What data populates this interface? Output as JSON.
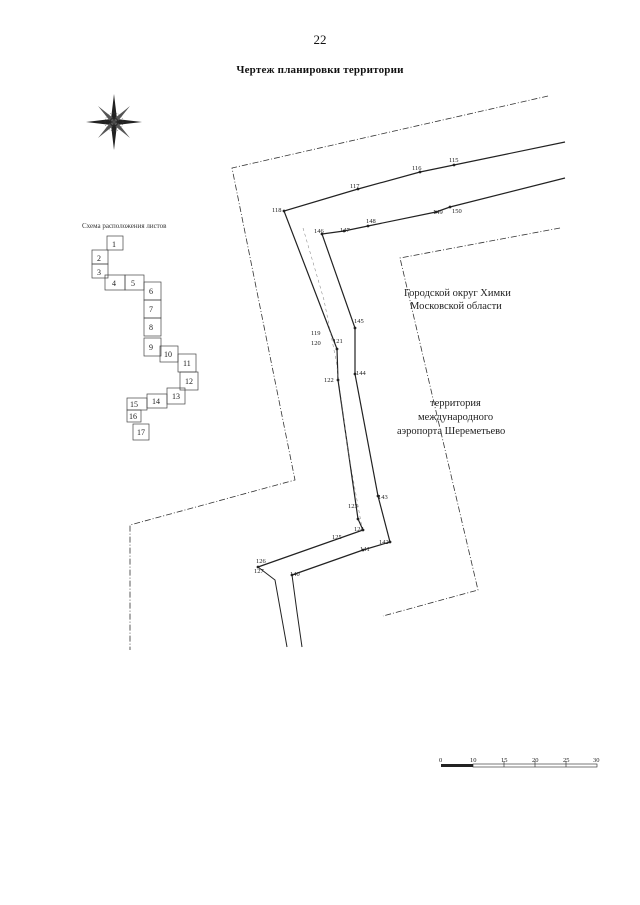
{
  "page_number": "22",
  "title": "Чертеж планировки территории",
  "icons": {
    "compass": "compass-rose-icon"
  },
  "sheet_scheme": {
    "title": "Схема расположения листов",
    "sheets": [
      "1",
      "2",
      "3",
      "4",
      "5",
      "6",
      "7",
      "8",
      "9",
      "10",
      "11",
      "12",
      "13",
      "14",
      "15",
      "16",
      "17"
    ]
  },
  "area_labels": {
    "district_line1": "Городской округ Химки",
    "district_line2": "Московской области",
    "airport_line1": "территория",
    "airport_line2": "международного",
    "airport_line3": "аэропорта Шереметьево"
  },
  "points": {
    "p115": "115",
    "p116": "116",
    "p117": "117",
    "p118": "118",
    "p119": "119",
    "p120": "120",
    "p121": "121",
    "p122": "122",
    "p123": "123",
    "p124": "124",
    "p125": "125",
    "p126": "126",
    "p127": "127",
    "p140": "140",
    "p141": "141",
    "p142": "142",
    "p143": "143",
    "p144": "144",
    "p145": "145",
    "p146": "146",
    "p147": "147",
    "p148": "148",
    "p149": "149",
    "p150": "150"
  },
  "scale_bar": {
    "ticks": [
      "0",
      "10",
      "15",
      "20",
      "25",
      "30"
    ]
  }
}
